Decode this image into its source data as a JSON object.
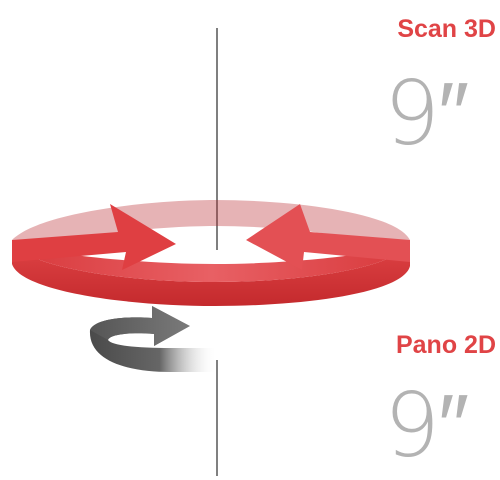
{
  "colors": {
    "accent": "#e04446",
    "axis": "#555555",
    "value_text": "#b3b3b3",
    "ring_dark": "#c9282b",
    "ring_light": "#e65a5c",
    "arrow_grey": "#5a5a5a"
  },
  "scan3d": {
    "label": "Scan 3D",
    "value": "9″"
  },
  "pano2d": {
    "label": "Pano 2D",
    "value": "9″"
  },
  "icons": {
    "rotation_ring": "rotation-ring-icon",
    "rotation_arrow": "rotation-arrow-icon"
  }
}
